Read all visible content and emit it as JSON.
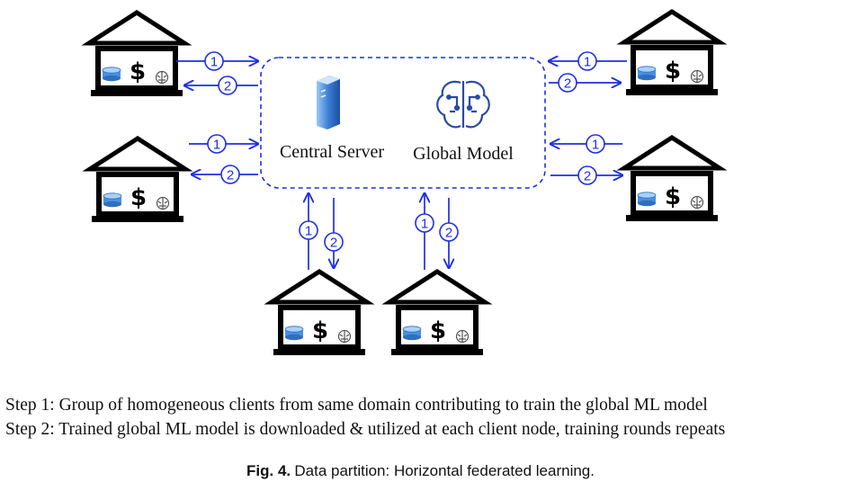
{
  "diagram": {
    "server_label": "Central Server",
    "model_label": "Global Model",
    "step_markers": {
      "one": "1",
      "two": "2"
    },
    "client_symbol": "$"
  },
  "steps": [
    "Step 1: Group of homogeneous clients from same domain contributing to train the global ML model",
    "Step 2: Trained global ML model is downloaded & utilized at each client node, training rounds repeats"
  ],
  "caption": {
    "label": "Fig. 4.",
    "text": "Data partition: Horizontal federated learning."
  },
  "colors": {
    "arrow": "#1f2fe0",
    "outline": "#000000",
    "server": "#3b7fd6",
    "database": "#4a90e2",
    "model_icon": "#2a4aa8"
  }
}
